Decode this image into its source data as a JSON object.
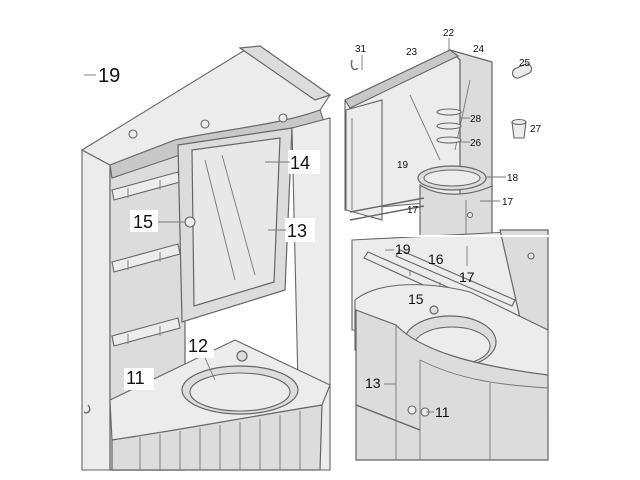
{
  "callouts_left": {
    "c19": "19",
    "c14": "14",
    "c15": "15",
    "c13": "13",
    "c12": "12",
    "c11": "11"
  },
  "callouts_top_right": {
    "c22": "22",
    "c31": "31",
    "c23": "23",
    "c24": "24",
    "c25": "25",
    "c28": "28",
    "c27": "27",
    "c26": "26",
    "c19": "19",
    "c18": "18",
    "c17a": "17",
    "c17b": "17"
  },
  "callouts_bottom_right": {
    "c19": "19",
    "c16": "16",
    "c17": "17",
    "c15": "15",
    "c13": "13",
    "c11": "11"
  }
}
